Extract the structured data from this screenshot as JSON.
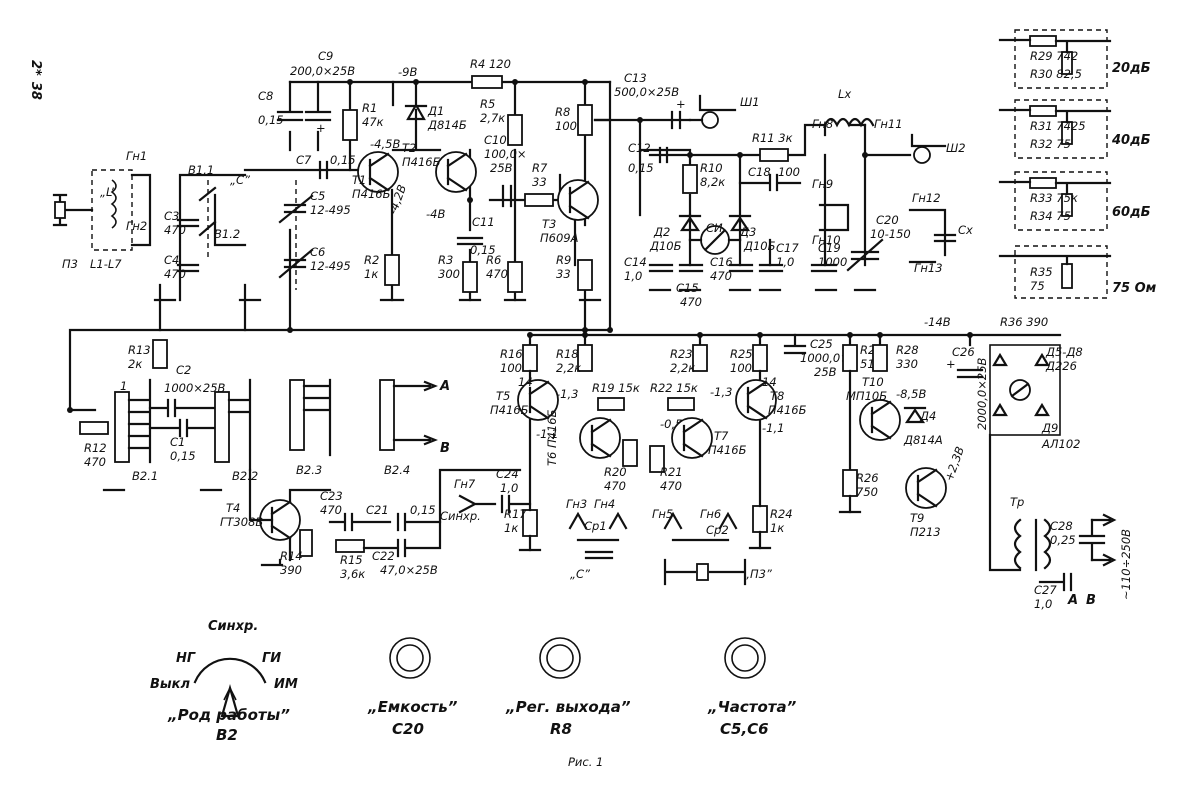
{
  "page_number": "38",
  "page_prefix": "2*",
  "figure_caption": "Рис. 1",
  "labels": {
    "C9": "С9",
    "C9v": "200,0×25В",
    "C8": "С8",
    "C8v": "0,15",
    "R1": "R1",
    "R1v": "47к",
    "V_m9": "-9В",
    "R4": "R4 120",
    "R5": "R5",
    "R5v": "2,7к",
    "R8": "R8",
    "R8v": "100",
    "D1": "Д1",
    "D1v": "Д814Б",
    "T2": "Т2",
    "T2v": "П416Б",
    "C10": "С10",
    "C10v": "100,0×",
    "C10v2": "25В",
    "R7": "R7",
    "R7v": "33",
    "T3": "Т3",
    "T3v": "П609А",
    "C11": "С11",
    "C11v": "0,15",
    "R3": "R3",
    "R3v": "300",
    "R6": "R6",
    "R6v": "470",
    "R9": "R9",
    "R9v": "33",
    "V_458": "-4,5В",
    "V_m4": "-4В",
    "V_m42": "-4,2В",
    "T1": "Т1",
    "T1v": "П416Б",
    "R2": "R2",
    "R2v": "1к",
    "C7": "С7",
    "C7v": "0,15",
    "C5": "С5",
    "C5v": "12-495",
    "C6": "С6",
    "C6v": "12-495",
    "Cq": "„С”",
    "Gn1": "Гн1",
    "Gn2": "Гн2",
    "Lq": "„L”",
    "B11": "В1.1",
    "B12": "В1.2",
    "C3": "С3",
    "C3v": "470",
    "C4": "С4",
    "C4v": "470",
    "P3": "П3",
    "L1L7": "L1-L7",
    "C13": "С13",
    "C13v": "500,0×25В",
    "Sh1": "Ш1",
    "C12": "С12",
    "C12v": "0,15",
    "R10": "R10",
    "R10v": "8,2к",
    "R11": "R11 3к",
    "C18": "С18",
    "C18v": "100",
    "Gn8": "Гн8",
    "Gn9": "Гн9",
    "Gn10": "Гн10",
    "Lx": "Lx",
    "Gn11": "Гн11",
    "Sh2": "Ш2",
    "Gn12": "Гн12",
    "Gn13": "Гн13",
    "C20": "С20",
    "C20v": "10-150",
    "Cx": "Сx",
    "D2": "Д2",
    "D2v": "Д10Б",
    "D3": "Д3",
    "D3v": "Д10Б",
    "SI": "СИ",
    "C14": "С14",
    "C14v": "1,0",
    "C15": "С15",
    "C15v": "470",
    "C16": "С16",
    "C16v": "470",
    "C17": "С17",
    "C17v": "1,0",
    "C19": "С19",
    "C19v": "1000",
    "R13": "R13",
    "R13v": "2к",
    "R12": "R12",
    "R12v": "470",
    "C2": "С2",
    "C2v": "1000×25В",
    "C1": "С1",
    "C1v": "0,15",
    "B21": "В2.1",
    "B22": "В2.2",
    "B23": "В2.3",
    "B24": "В2.4",
    "A": "А",
    "B": "В",
    "T4": "Т4",
    "T4v": "ГТ308В",
    "R14": "R14",
    "R14v": "390",
    "C23": "С23",
    "C23v": "470",
    "R15": "R15",
    "R15v": "3,6к",
    "C21": "С21",
    "C21v": "0,15",
    "C22": "С22",
    "C22v": "47,0×25В",
    "Gn7": "Гн7",
    "Sinhr": "Синхр.",
    "C24": "С24",
    "C24v": "1,0",
    "R16": "R16",
    "R16v": "100",
    "R18": "R18",
    "R18v": "2,2к",
    "R19": "R19 15к",
    "R22": "R22 15к",
    "R23": "R23",
    "R23v": "2,2к",
    "R25": "R25",
    "R25v": "100",
    "T5": "Т5",
    "T5v": "П416Б",
    "T6": "Т6 П416Б",
    "T7": "Т7",
    "T7v": "П416Б",
    "T8": "Т8",
    "T8v": "П416Б",
    "R20": "R20",
    "R20v": "470",
    "R21": "R21",
    "R21v": "470",
    "R17": "R17",
    "R17v": "1к",
    "R24": "R24",
    "R24v": "1к",
    "Gn3": "Гн3",
    "Gn4": "Гн4",
    "Gn5": "Гн5",
    "Gn6": "Гн6",
    "Cp1": "Ср1",
    "Cp2": "Ср2",
    "P3q": "„П3”",
    "V14": "14",
    "V13a": "-1,3",
    "V11a": "-1,1",
    "V05": "-0,5",
    "V13b": "-1,3",
    "V11b": "-1,1",
    "C25": "С25",
    "C25v": "1000,0×",
    "C25v2": "25В",
    "V_m14": "-14В",
    "R27": "R27",
    "R27v": "510",
    "R28": "R28",
    "R28v": "330",
    "R36": "R36 390",
    "T10": "Т10",
    "T10v": "МП10Б",
    "V85": "-8,5В",
    "D4": "Д4",
    "D4v": "Д814А",
    "C26": "С26",
    "C26v": "2000,0×25В",
    "D5D8": "Д5-Д8",
    "D5D8v": "Д226",
    "D9": "Д9",
    "D9v": "АЛ102",
    "R26": "R26",
    "R26v": "750",
    "T9": "Т9",
    "T9v": "П213",
    "V23": "+2,3В",
    "Tr": "Тр",
    "C28": "С28",
    "C28v": "0,25",
    "C27": "С27",
    "C27v": "1,0",
    "mains": "~110÷250В",
    "R29": "R29 742",
    "R30": "R30 82,5",
    "att20": "20дБ",
    "R31": "R31 7425",
    "R32": "R32 75",
    "att40": "40дБ",
    "R33": "R33 75к",
    "R34": "R34 75",
    "att60": "60дБ",
    "R35": "R35",
    "R35v": "75",
    "ohm75": "75 Ом",
    "sw_vykl": "Выкл",
    "sw_ng": "НГ",
    "sw_sinhr": "Синхр.",
    "sw_gi": "ГИ",
    "sw_im": "ИМ"
  },
  "controls": [
    {
      "title": "„Род работы”",
      "ref": "В2"
    },
    {
      "title": "„Емкость”",
      "ref": "С20"
    },
    {
      "title": "„Рег. выхода”",
      "ref": "R8"
    },
    {
      "title": "„Частота”",
      "ref": "С5,С6"
    }
  ]
}
